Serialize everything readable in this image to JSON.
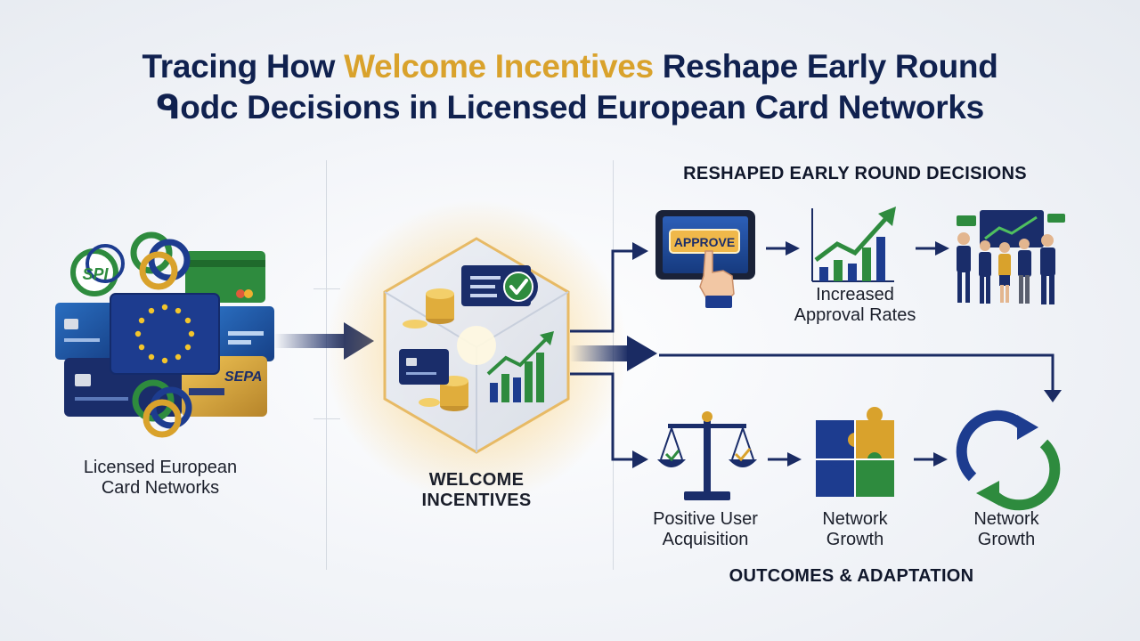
{
  "title": {
    "part1": "Tracing How ",
    "highlight": "Welcome Incentives",
    "part2": " Reshape Early Round",
    "line2": "ᑫodc Decisions in Licensed European Card Networks"
  },
  "networks": {
    "label_line1": "Licensed European",
    "label_line2": "Card Networks",
    "card_texts": {
      "spi": "SPI",
      "sepa": "SEPA"
    }
  },
  "incentives": {
    "label_line1": "WELCOME",
    "label_line2": "INCENTIVES"
  },
  "decisions": {
    "heading": "RESHAPED EARLY ROUND DECISIONS",
    "approve_button": "APPROVE",
    "approval_label_line1": "Increased",
    "approval_label_line2": "Approval Rates"
  },
  "outcomes": {
    "heading": "OUTCOMES & ADAPTATION",
    "acquisition_line1": "Positive User",
    "acquisition_line2": "Acquisition",
    "growth1_line1": "Network",
    "growth1_line2": "Growth",
    "growth2_line1": "Network",
    "growth2_line2": "Growth"
  },
  "colors": {
    "navy": "#10214f",
    "gold": "#d9a22c",
    "green": "#2e8b3e",
    "blue": "#1f4fa0"
  }
}
